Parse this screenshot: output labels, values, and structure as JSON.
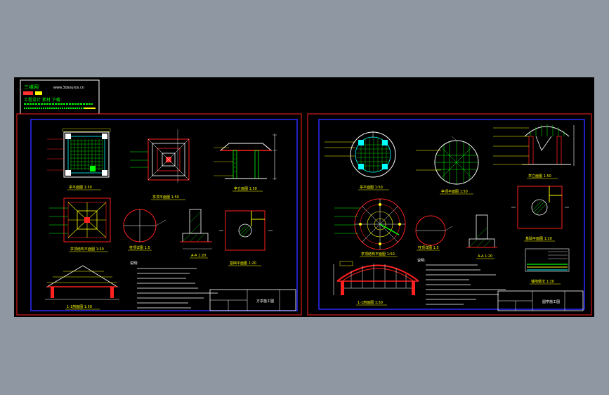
{
  "title_block": {
    "line1": "三维网",
    "line2": "www.3dsource.cn",
    "line3": "工程设计 素材 下载"
  },
  "sheet_left": {
    "drawings": [
      {
        "id": "plan",
        "caption": "亭平面图 1:50"
      },
      {
        "id": "roof_plan",
        "caption": "亭顶平面图 1:50"
      },
      {
        "id": "elevation",
        "caption": "亭立面图 1:50"
      },
      {
        "id": "roof_struct",
        "caption": "亭顶结构平面图 1:50"
      },
      {
        "id": "col_detail",
        "caption": "柱顶详图 1:5"
      },
      {
        "id": "section_aa",
        "caption": "A-A 1:20"
      },
      {
        "id": "base_plan",
        "caption": "基础平面图 1:20"
      },
      {
        "id": "section_11",
        "caption": "1-1剖面图 1:50"
      }
    ],
    "notes_title": "说明:",
    "table_title": "方亭施工图"
  },
  "sheet_right": {
    "drawings": [
      {
        "id": "plan",
        "caption": "亭平面图 1:50"
      },
      {
        "id": "roof_plan",
        "caption": "亭顶平面图 1:50"
      },
      {
        "id": "elevation",
        "caption": "亭立面图 1:50"
      },
      {
        "id": "roof_struct",
        "caption": "亭顶结构平面图 1:50"
      },
      {
        "id": "col_detail",
        "caption": "柱顶详图 1:5"
      },
      {
        "id": "section_aa",
        "caption": "A-A 1:20"
      },
      {
        "id": "base_plan",
        "caption": "基础平面图 1:20"
      },
      {
        "id": "section_11",
        "caption": "1-1剖面图 1:50"
      },
      {
        "id": "paving",
        "caption": "铺地做法 1:20"
      }
    ],
    "notes_title": "说明:",
    "table_title": "圆亭施工图"
  },
  "colors": {
    "page_bg": "#8e97a2",
    "canvas": "#000000",
    "border_red": "#ff2020",
    "inner_blue": "#2b2bff",
    "text_white": "#ffffff",
    "cad_green": "#00ff00",
    "cad_yellow": "#ffff00",
    "cad_cyan": "#00ffff"
  }
}
